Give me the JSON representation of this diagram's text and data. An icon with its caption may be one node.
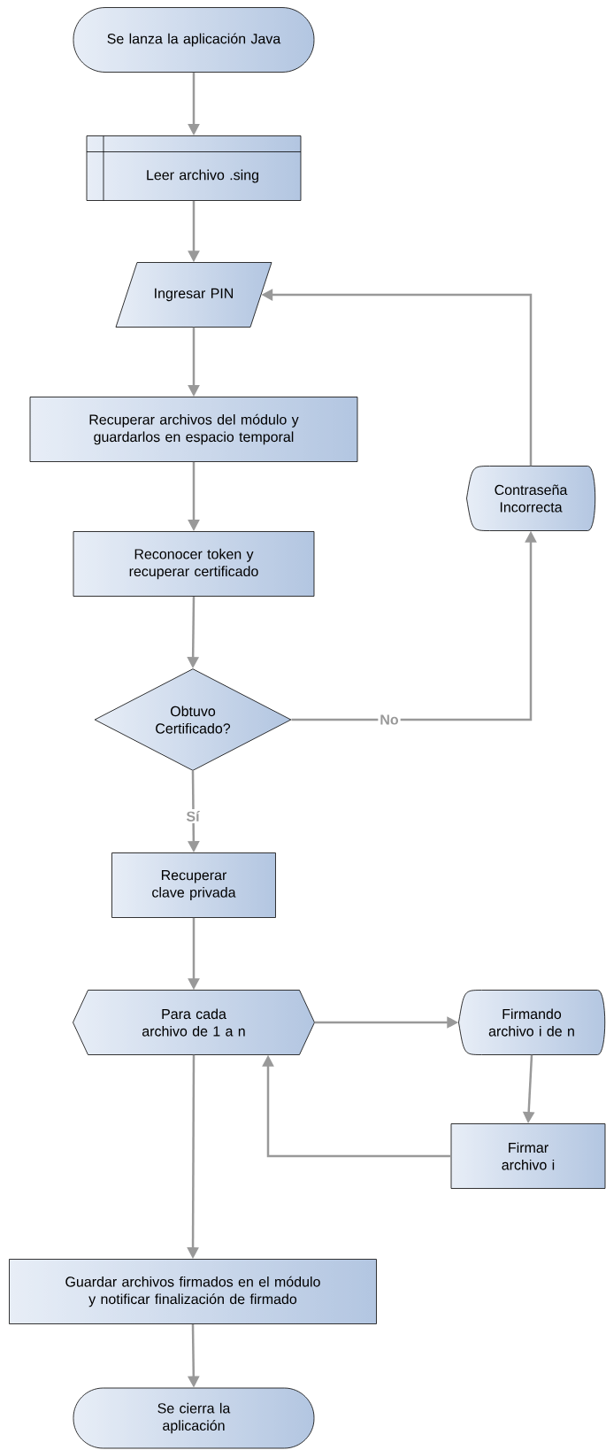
{
  "diagram": {
    "nodes": [
      {
        "text": [
          "Se lanza la aplicación Java"
        ]
      },
      {
        "text": [
          "Leer archivo .sing"
        ]
      },
      {
        "text": [
          "Ingresar PIN"
        ]
      },
      {
        "text": [
          "Recuperar archivos del módulo y guardarlos en espacio temporal"
        ]
      },
      {
        "text": [
          "Reconocer token y recuperar certificado"
        ]
      },
      {
        "text": [
          "Obtuvo Certificado?"
        ]
      },
      {
        "text": [
          "Recuperar clave privada"
        ]
      },
      {
        "text": [
          "Para cada archivo de 1 a n"
        ]
      },
      {
        "text": [
          "Firmando archivo i de n"
        ]
      },
      {
        "text": [
          "Firmar archivo i"
        ]
      },
      {
        "text": [
          "Guardar archivos firmados en el módulo y notificar finalización de firmado"
        ]
      },
      {
        "text": [
          "Se cierra la aplicación"
        ]
      },
      {
        "text": [
          "Contraseña Incorrecta"
        ]
      }
    ],
    "edges": [
      {
        "from": 0,
        "to": 1,
        "arrow": "to"
      },
      {
        "from": 1,
        "to": 2,
        "arrow": "to"
      },
      {
        "from": 2,
        "to": 3,
        "arrow": "to"
      },
      {
        "from": 3,
        "to": 4,
        "arrow": "to"
      },
      {
        "from": 4,
        "to": 5,
        "arrow": "to"
      },
      {
        "from": 5,
        "to": 12,
        "arrow": "to",
        "label": "No"
      },
      {
        "from": 12,
        "to": 2,
        "arrow": "to"
      },
      {
        "from": 5,
        "to": 6,
        "arrow": "to",
        "label": "Sí"
      },
      {
        "from": 6,
        "to": 7,
        "arrow": "to"
      },
      {
        "from": 7,
        "to": 8,
        "arrow": "to"
      },
      {
        "from": 8,
        "to": 9,
        "arrow": "to"
      },
      {
        "from": 9,
        "to": 7,
        "arrow": "to"
      },
      {
        "from": 7,
        "to": 10,
        "arrow": "to"
      },
      {
        "from": 10,
        "to": 11,
        "arrow": "to"
      }
    ]
  }
}
